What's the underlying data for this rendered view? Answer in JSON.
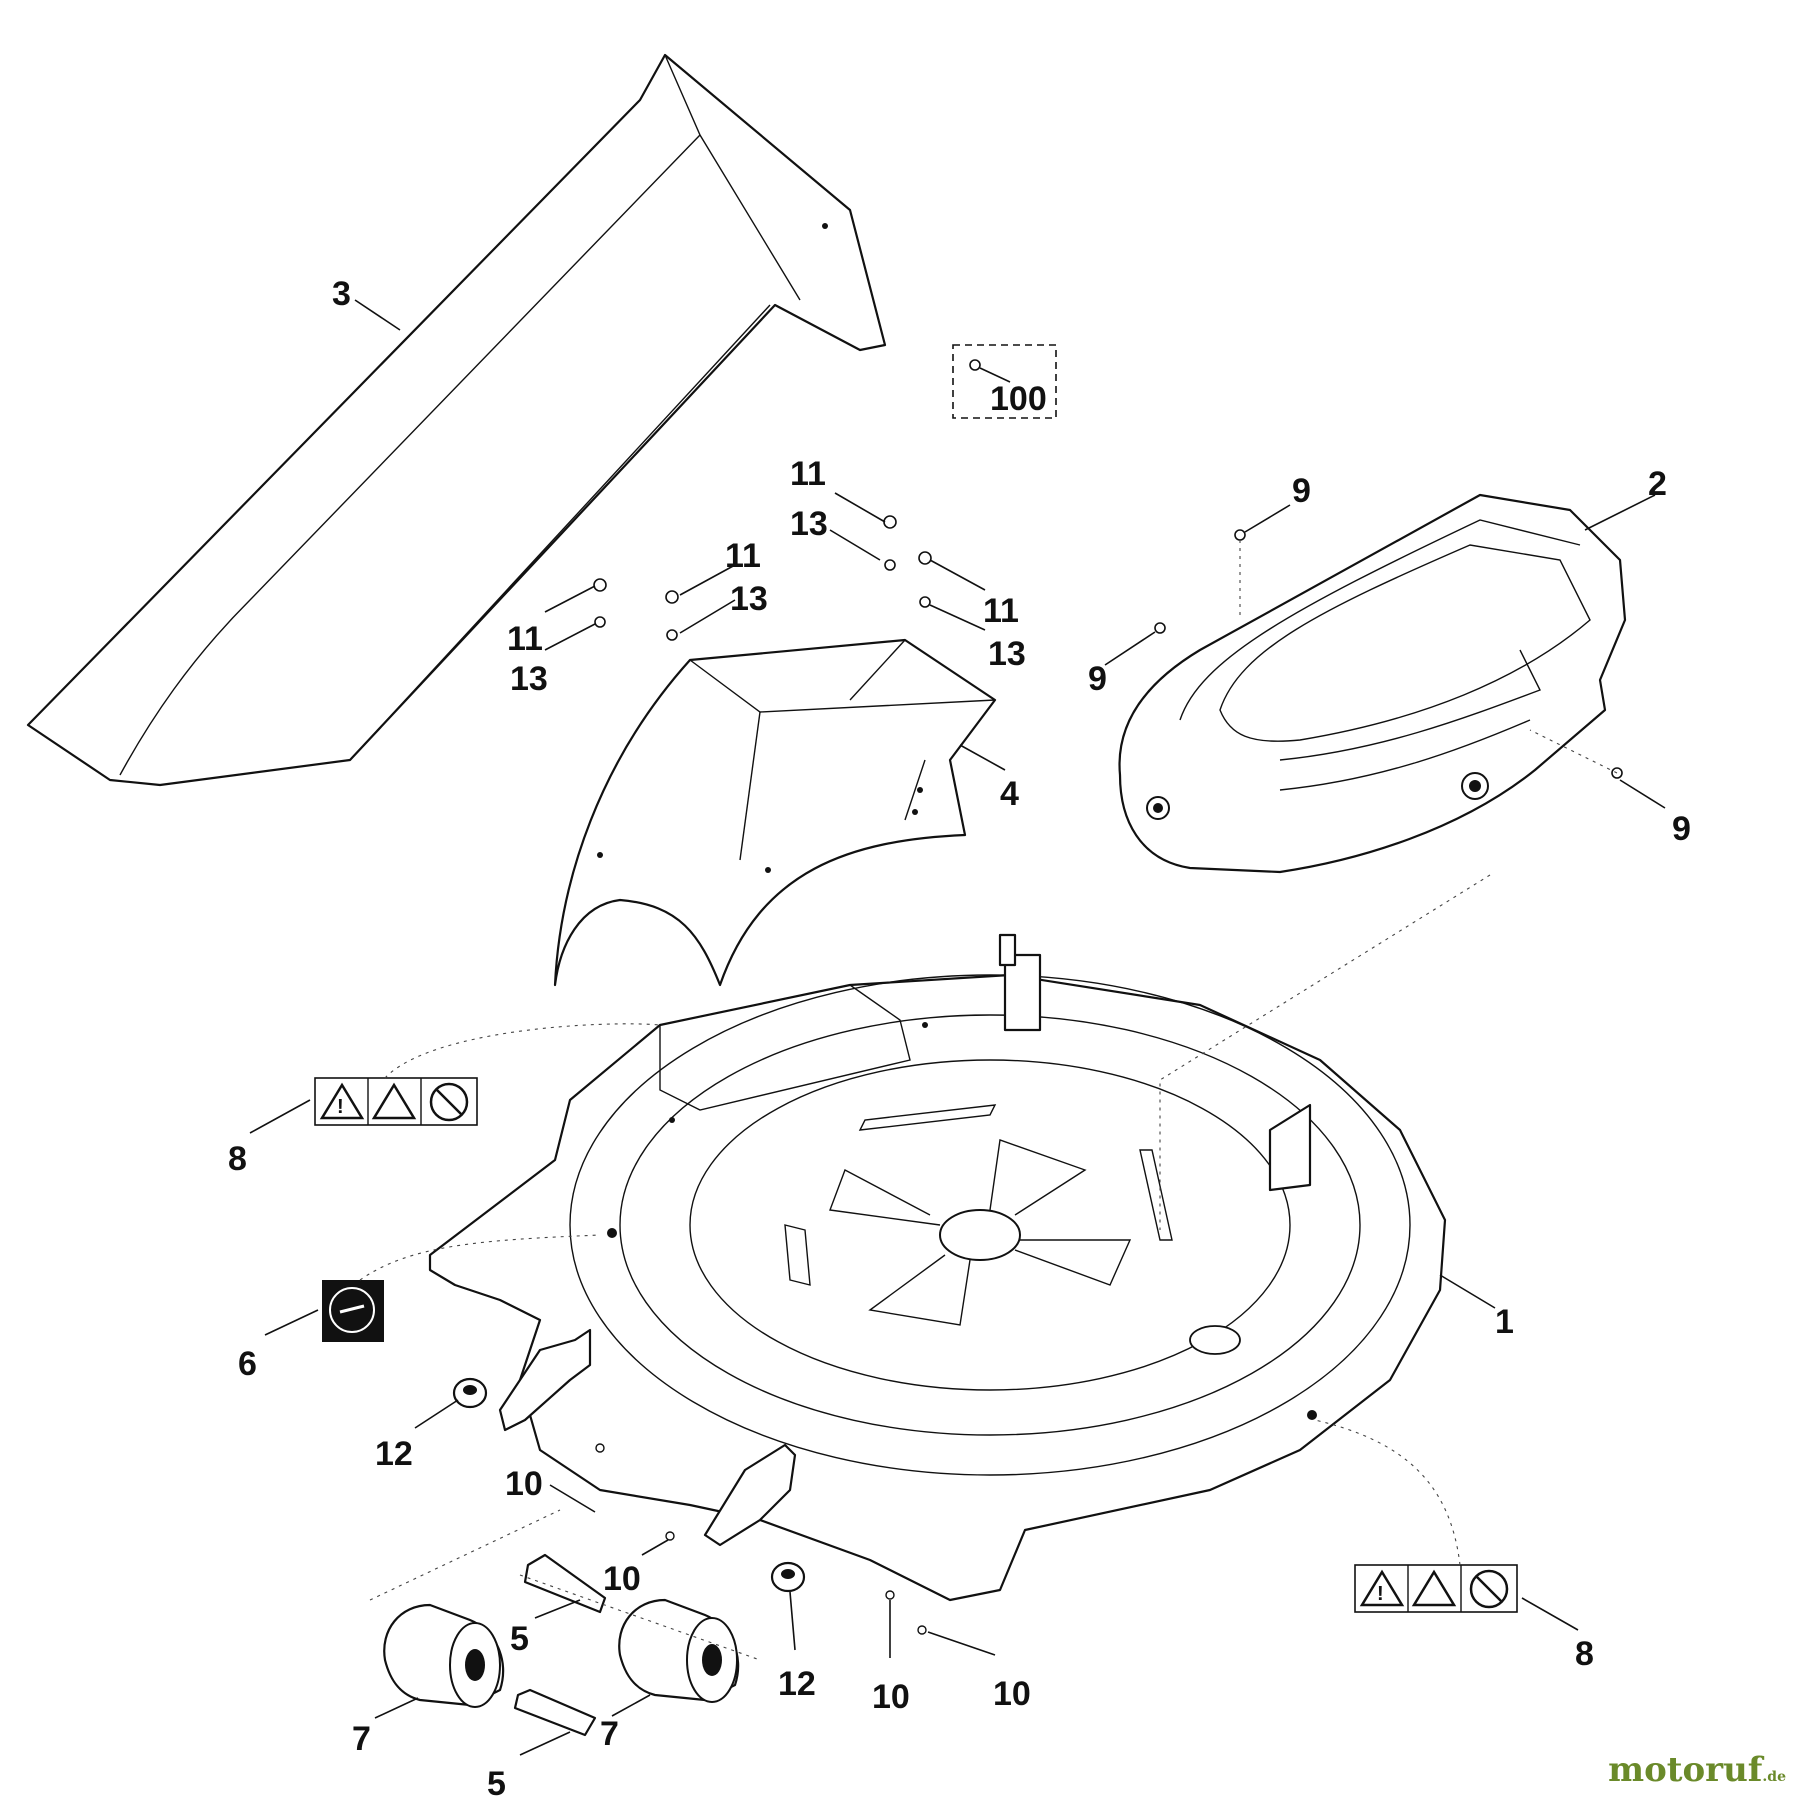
{
  "diagram": {
    "callouts": [
      {
        "id": "c3",
        "label": "3"
      },
      {
        "id": "c100",
        "label": "100"
      },
      {
        "id": "c2",
        "label": "2"
      },
      {
        "id": "c4",
        "label": "4"
      },
      {
        "id": "c1",
        "label": "1"
      },
      {
        "id": "c6",
        "label": "6"
      },
      {
        "id": "c7a",
        "label": "7"
      },
      {
        "id": "c7b",
        "label": "7"
      },
      {
        "id": "c5a",
        "label": "5"
      },
      {
        "id": "c5b",
        "label": "5"
      },
      {
        "id": "c8a",
        "label": "8"
      },
      {
        "id": "c8b",
        "label": "8"
      },
      {
        "id": "c9a",
        "label": "9"
      },
      {
        "id": "c9b",
        "label": "9"
      },
      {
        "id": "c9c",
        "label": "9"
      },
      {
        "id": "c10a",
        "label": "10"
      },
      {
        "id": "c10b",
        "label": "10"
      },
      {
        "id": "c10c",
        "label": "10"
      },
      {
        "id": "c10d",
        "label": "10"
      },
      {
        "id": "c11a",
        "label": "11"
      },
      {
        "id": "c11b",
        "label": "11"
      },
      {
        "id": "c11c",
        "label": "11"
      },
      {
        "id": "c11d",
        "label": "11"
      },
      {
        "id": "c12a",
        "label": "12"
      },
      {
        "id": "c12b",
        "label": "12"
      },
      {
        "id": "c13a",
        "label": "13"
      },
      {
        "id": "c13b",
        "label": "13"
      },
      {
        "id": "c13c",
        "label": "13"
      },
      {
        "id": "c13d",
        "label": "13"
      }
    ]
  },
  "watermark": {
    "brand": "motoruf",
    "suffix": ".de"
  },
  "colors": {
    "line": "#111111",
    "watermark": "#6a8a2a"
  }
}
